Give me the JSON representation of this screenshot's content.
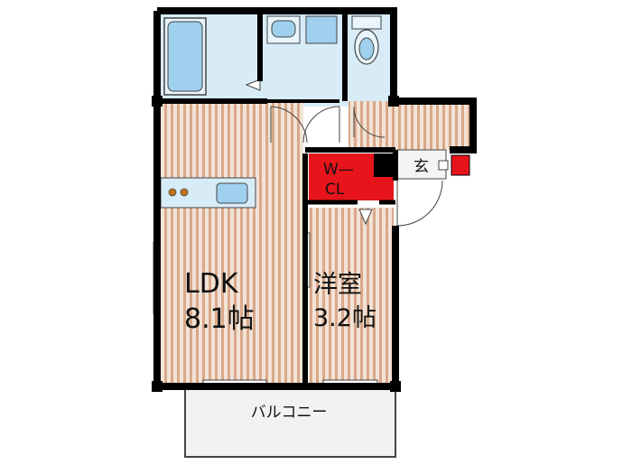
{
  "rooms": {
    "ldk": {
      "name": "LDK",
      "size": "8.1帖"
    },
    "western_room": {
      "name": "洋室",
      "size": "3.2帖"
    },
    "walk_in_closet": {
      "line1": "W—",
      "line2": "CL"
    },
    "entrance": {
      "name": "玄"
    },
    "balcony": {
      "name": "バルコニー"
    }
  },
  "colors": {
    "floor_stripe": "#d8a98a",
    "floor_base": "#f3e3d6",
    "wet_area": "#d8ecf8",
    "fixture": "#9fd0ee",
    "closet_red": "#e8141b",
    "wall": "#000000",
    "balcony": "#f2f2f2"
  }
}
